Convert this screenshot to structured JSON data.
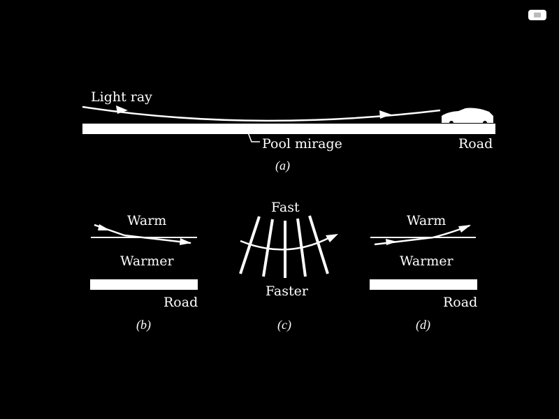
{
  "panel_a": {
    "light_ray_label": "Light ray",
    "pool_mirage_label": "Pool mirage",
    "road_label": "Road",
    "caption": "(a)"
  },
  "panel_b": {
    "warm_label": "Warm",
    "warmer_label": "Warmer",
    "road_label": "Road",
    "caption": "(b)"
  },
  "panel_c": {
    "fast_label": "Fast",
    "faster_label": "Faster",
    "caption": "(c)"
  },
  "panel_d": {
    "warm_label": "Warm",
    "warmer_label": "Warmer",
    "road_label": "Road",
    "caption": "(d)"
  },
  "colors": {
    "background": "#000000",
    "foreground": "#ffffff"
  }
}
